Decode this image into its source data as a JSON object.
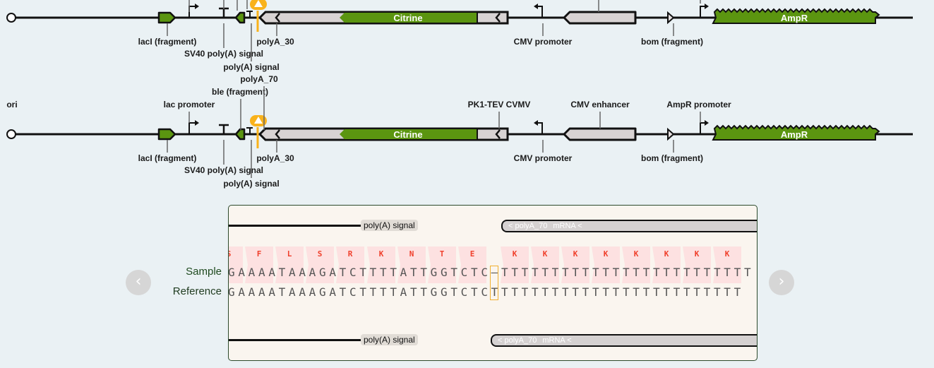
{
  "tracks": [
    {
      "name": "track-1",
      "labels_above": [],
      "labels_below": [
        "lacI (fragment)",
        "SV40 poly(A) signal",
        "poly(A) signal",
        "polyA_30",
        "CMV promoter",
        "bom (fragment)"
      ],
      "features": {
        "main": "Citrine",
        "resistance": "AmpR"
      }
    },
    {
      "name": "track-2",
      "labels_above": [
        "ori",
        "lac promoter",
        "ble (fragment)",
        "polyA_70",
        "PK1-TEV CVMV",
        "CMV enhancer",
        "AmpR promoter"
      ],
      "labels_below": [
        "lacI (fragment)",
        "SV40 poly(A) signal",
        "poly(A) signal",
        "polyA_30",
        "CMV promoter",
        "bom (fragment)"
      ],
      "features": {
        "main": "Citrine",
        "resistance": "AmpR"
      }
    }
  ],
  "alignment": {
    "sample_label": "Sample",
    "reference_label": "Reference",
    "sample_seq": "GAAAATAAAGATCTTTTATTGGTCTC–TTTTTTTTTTTTTTTTTTTTTTTTT",
    "reference_seq": "GAAAATAAAGATCTTTTATTGGTCTCTTTTTTTTTTTTTTTTTTTTTTTTT",
    "amino_acids": [
      "S",
      "F",
      "L",
      "S",
      "R",
      "K",
      "N",
      "T",
      "E",
      "K",
      "K",
      "K",
      "K",
      "K",
      "K",
      "K",
      "K"
    ],
    "top_feature_left": "poly(A) signal",
    "top_feature_right": [
      "< polyA_70",
      "mRNA <"
    ],
    "bottom_feature_left": "poly(A) signal",
    "bottom_feature_right": [
      "< polyA_70",
      "mRNA <"
    ],
    "prev_icon": "chevron-left-icon",
    "next_icon": "chevron-right-icon"
  },
  "colors": {
    "feature_green": "#5b9510",
    "feature_gray": "#d8d3d3",
    "warning": "#f9b21b",
    "amino_red": "#f0402c",
    "amino_bg": "#fde1e1",
    "mismatch_box": "#f0b030"
  }
}
